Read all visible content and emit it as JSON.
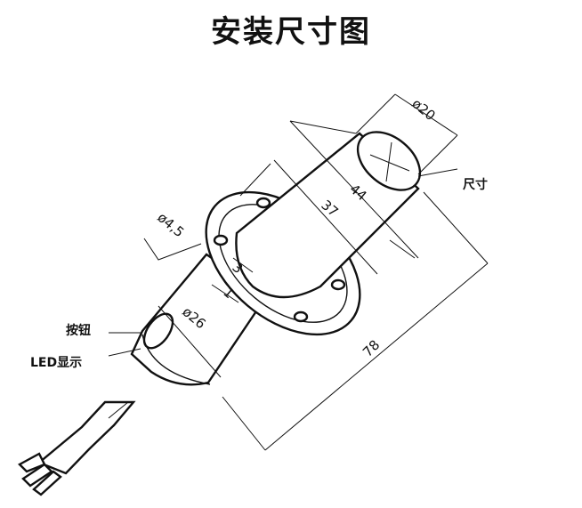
{
  "title": "安装尺寸图",
  "dimensions": {
    "d20": "ø20",
    "d44": "44",
    "d37": "37",
    "d45": "ø4,5",
    "d3": "3",
    "d1": "1",
    "d26": "ø26",
    "d78": "78"
  },
  "labels": {
    "size": "尺寸",
    "button": "按钮",
    "led": "LED显示"
  }
}
